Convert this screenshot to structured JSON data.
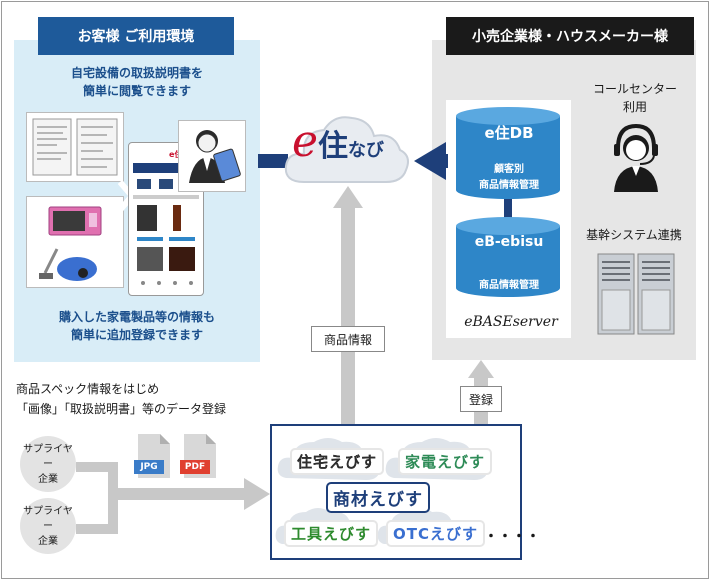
{
  "left_panel": {
    "title": "お客様 ご利用環境",
    "top_text": [
      "自宅設備の取扱説明書を",
      "簡単に閲覧できます"
    ],
    "bottom_text": [
      "購入した家電製品等の情報も",
      "簡単に追加登録できます"
    ]
  },
  "right_panel": {
    "title": "小売企業様・ハウスメーカー様",
    "db1": {
      "name": "e住DB",
      "line1": "顧客別",
      "line2": "商品情報管理"
    },
    "db2": {
      "name": "eB-ebisu",
      "line1": "商品情報管理"
    },
    "server_label": "eBASEserver",
    "call_center": [
      "コールセンター",
      "利用"
    ],
    "core_system": "基幹システム連携"
  },
  "center": {
    "logo_e": "e",
    "logo_ju": "住",
    "logo_nabi": "なび",
    "product_info_label": "商品情報",
    "register_label": "登録"
  },
  "bottom_left": {
    "line1": "商品スペック情報をはじめ",
    "line2": "「画像」「取扱説明書」等のデータ登録",
    "supplier1": [
      "サプライヤー",
      "企業"
    ],
    "supplier2": [
      "サプライヤー",
      "企業"
    ],
    "jpg": "JPG",
    "pdf": "PDF"
  },
  "bottom_box": {
    "items": [
      "住宅えびす",
      "家電えびす",
      "商材えびす",
      "工具えびす",
      "OTCえびす"
    ],
    "more": "・・・・"
  },
  "phone_labels": {
    "brand": "e住なび"
  },
  "colors": {
    "navy": "#1e3f7a",
    "blue_tab": "#1e5a9a",
    "light_blue_panel": "#d9edf7",
    "grey_panel": "#e6e6e6",
    "arrow_grey": "#c8c8c8",
    "cylinder_blue": "#2e86c8",
    "logo_red": "#c8102e",
    "logo_navy": "#1e3f7a",
    "green": "#2e8b2e",
    "orange": "#d2691e"
  }
}
